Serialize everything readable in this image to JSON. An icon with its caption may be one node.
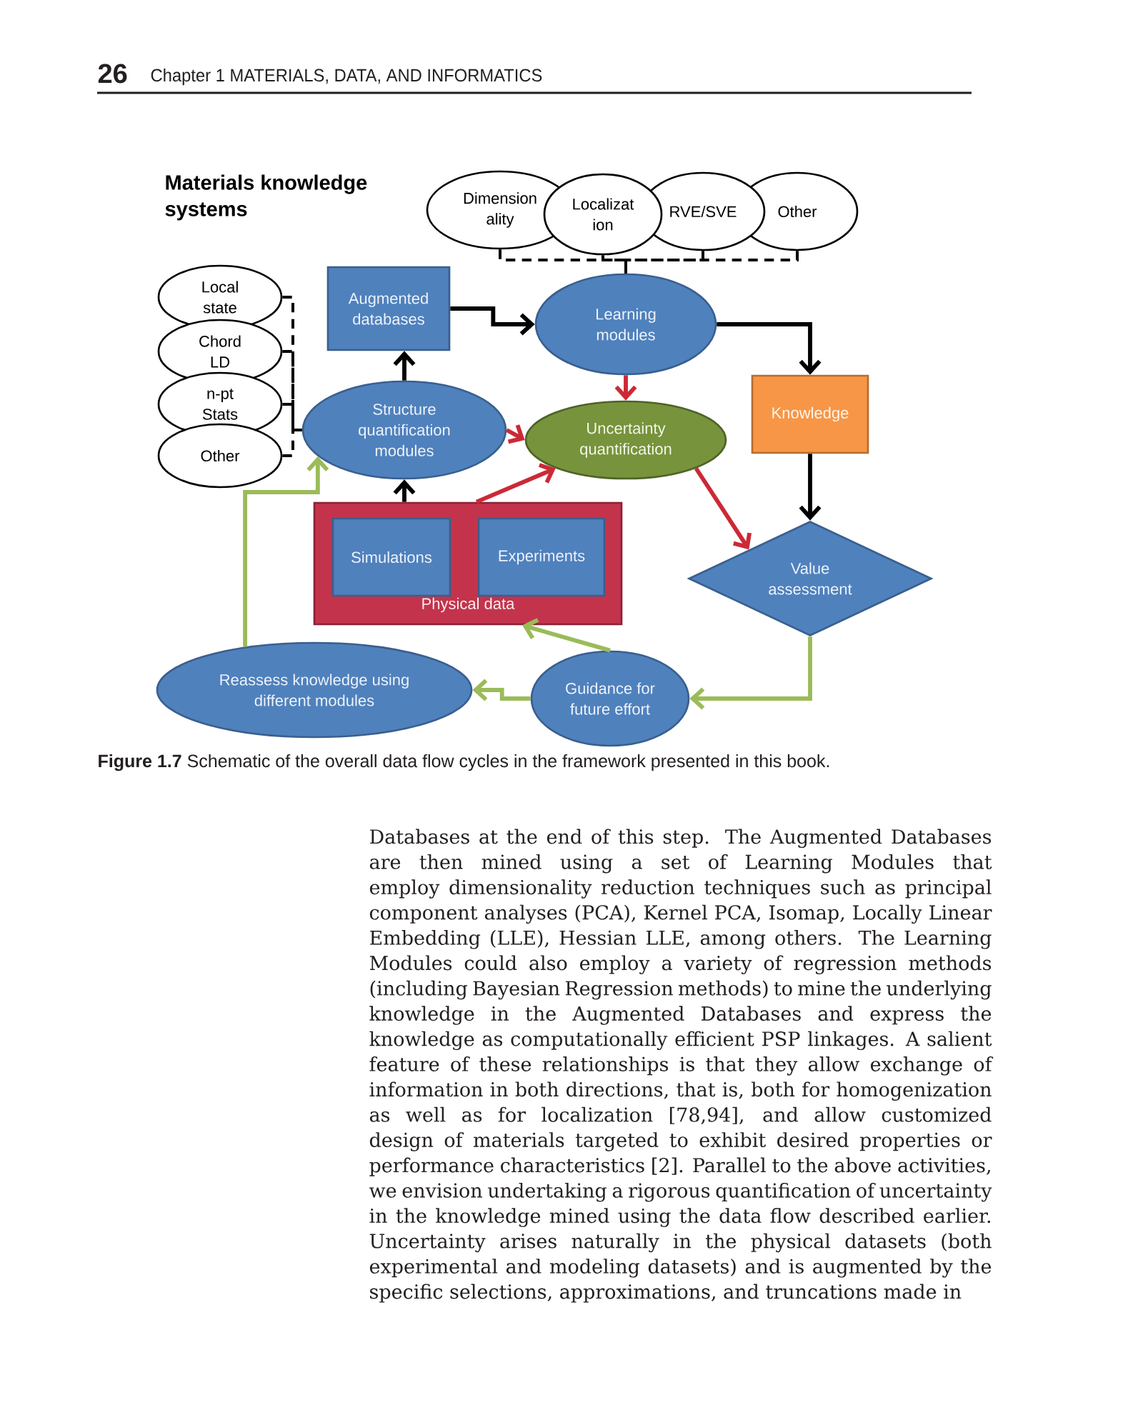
{
  "diagram": {
    "title": "Materials knowledge systems",
    "caption": "**Figure 1.7** Schematic of the overall data flow cycles in the framework presented in this book.",
    "nodes": [
      {
        "text": [
          "Dimension ality"
        ]
      },
      {
        "text": [
          "Localizat ion"
        ]
      },
      {
        "text": [
          "RVE/SVE"
        ]
      },
      {
        "text": [
          "Other"
        ]
      },
      {
        "text": [
          "Local state"
        ]
      },
      {
        "text": [
          "Chord LD"
        ]
      },
      {
        "text": [
          "n-pt Stats"
        ]
      },
      {
        "text": [
          "Other"
        ]
      },
      {
        "text": [
          "Augmented databases"
        ]
      },
      {
        "text": [
          "Learning modules"
        ]
      },
      {
        "text": [
          "Knowledge"
        ]
      },
      {
        "text": [
          "Structure quantification modules"
        ]
      },
      {
        "text": [
          "Uncertainty quantification"
        ]
      },
      {
        "text": [
          "Physical data"
        ]
      },
      {
        "text": [
          "Simulations"
        ],
        "in": 13
      },
      {
        "text": [
          "Experiments"
        ],
        "in": 13
      },
      {
        "text": [
          "Value assessment"
        ]
      },
      {
        "text": [
          "Reassess knowledge using different modules"
        ]
      },
      {
        "text": [
          "Guidance for future effort"
        ]
      }
    ],
    "edges": [
      {
        "from": 0,
        "to": 9,
        "arrow": "none",
        "style": "dashed"
      },
      {
        "from": 1,
        "to": 9,
        "arrow": "none",
        "style": "dashed"
      },
      {
        "from": 2,
        "to": 9,
        "arrow": "none",
        "style": "dashed"
      },
      {
        "from": 3,
        "to": 9,
        "arrow": "none",
        "style": "dashed"
      },
      {
        "from": 4,
        "to": 11,
        "arrow": "none",
        "style": "dashed"
      },
      {
        "from": 5,
        "to": 11,
        "arrow": "none",
        "style": "dashed"
      },
      {
        "from": 6,
        "to": 11,
        "arrow": "none",
        "style": "dashed"
      },
      {
        "from": 7,
        "to": 11,
        "arrow": "none",
        "style": "dashed"
      },
      {
        "from": 8,
        "to": 9,
        "arrow": "to"
      },
      {
        "from": 9,
        "to": 10,
        "arrow": "to"
      },
      {
        "from": 10,
        "to": 16,
        "arrow": "to"
      },
      {
        "from": 11,
        "to": 8,
        "arrow": "to"
      },
      {
        "from": 13,
        "to": 11,
        "arrow": "to"
      },
      {
        "from": 9,
        "to": 12,
        "arrow": "to",
        "color": "#cc2936"
      },
      {
        "from": 11,
        "to": 12,
        "arrow": "to",
        "color": "#cc2936"
      },
      {
        "from": 13,
        "to": 12,
        "arrow": "to",
        "color": "#cc2936"
      },
      {
        "from": 12,
        "to": 16,
        "arrow": "to",
        "color": "#cc2936"
      },
      {
        "from": 16,
        "to": 18,
        "arrow": "to",
        "color": "#9bbb59"
      },
      {
        "from": 18,
        "to": 13,
        "arrow": "to",
        "color": "#9bbb59"
      },
      {
        "from": 18,
        "to": 17,
        "arrow": "to",
        "color": "#9bbb59"
      },
      {
        "from": 17,
        "to": 11,
        "arrow": "to",
        "color": "#9bbb59"
      }
    ],
    "labels": [
      "26",
      "Chapter 1 MATERIALS, DATA, AND INFORMATICS",
      "Databases at the end of this step. The Augmented Databases are then mined using a set of Learning Modules that employ dimensionality reduction techniques such as principal component analyses (PCA), Kernel PCA, Isomap, Locally Linear Embedding (LLE), Hessian LLE, among others. The Learning Modules could also employ a variety of regression methods (including Bayesian Regression methods) to mine the underlying knowledge in the Augmented Databases and express the knowledge as computationally efficient PSP linkages. A salient feature of these relationships is that they allow exchange of information in both directions, that is, both for homogenization as well as for localization [78,94], and allow customized design of materials targeted to exhibit desired properties or performance characteristics [2]. Parallel to the above activities, we envision undertaking a rigorous quantification of uncertainty in the knowledge mined using the data flow described earlier. Uncertainty arises naturally in the physical datasets (both experimental and modeling datasets) and is augmented by the specific selections, approximations, and truncations made in"
    ]
  }
}
